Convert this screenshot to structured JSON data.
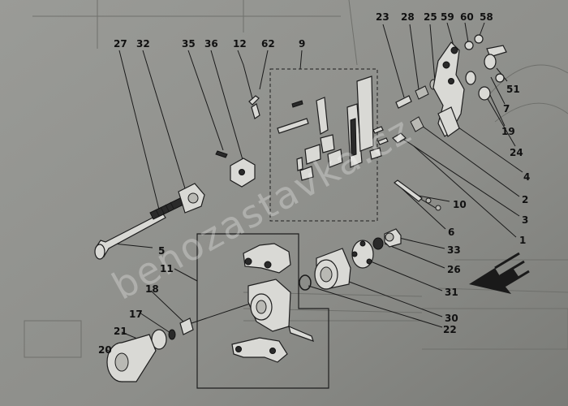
{
  "diagram": {
    "watermark": "benozastavka.cz",
    "part_labels": [
      {
        "id": "l27",
        "text": "27"
      },
      {
        "id": "l32",
        "text": "32"
      },
      {
        "id": "l35",
        "text": "35"
      },
      {
        "id": "l36",
        "text": "36"
      },
      {
        "id": "l12",
        "text": "12"
      },
      {
        "id": "l62",
        "text": "62"
      },
      {
        "id": "l9",
        "text": "9"
      },
      {
        "id": "l23",
        "text": "23"
      },
      {
        "id": "l28",
        "text": "28"
      },
      {
        "id": "l25",
        "text": "25"
      },
      {
        "id": "l59",
        "text": "59"
      },
      {
        "id": "l60",
        "text": "60"
      },
      {
        "id": "l58",
        "text": "58"
      },
      {
        "id": "l51",
        "text": "51"
      },
      {
        "id": "l7",
        "text": "7"
      },
      {
        "id": "l19",
        "text": "19"
      },
      {
        "id": "l24",
        "text": "24"
      },
      {
        "id": "l4",
        "text": "4"
      },
      {
        "id": "l2",
        "text": "2"
      },
      {
        "id": "l3",
        "text": "3"
      },
      {
        "id": "l1",
        "text": "1"
      },
      {
        "id": "l10",
        "text": "10"
      },
      {
        "id": "l6",
        "text": "6"
      },
      {
        "id": "l33",
        "text": "33"
      },
      {
        "id": "l26",
        "text": "26"
      },
      {
        "id": "l31",
        "text": "31"
      },
      {
        "id": "l30",
        "text": "30"
      },
      {
        "id": "l22",
        "text": "22"
      },
      {
        "id": "l5",
        "text": "5"
      },
      {
        "id": "l11",
        "text": "11"
      },
      {
        "id": "l18",
        "text": "18"
      },
      {
        "id": "l17",
        "text": "17"
      },
      {
        "id": "l21",
        "text": "21"
      },
      {
        "id": "l20",
        "text": "20"
      }
    ],
    "colors": {
      "paper": "#8c8d89",
      "ink": "#111111",
      "part_fill": "#d9d9d5"
    },
    "icons": [
      "direction-arrow-icon"
    ]
  }
}
